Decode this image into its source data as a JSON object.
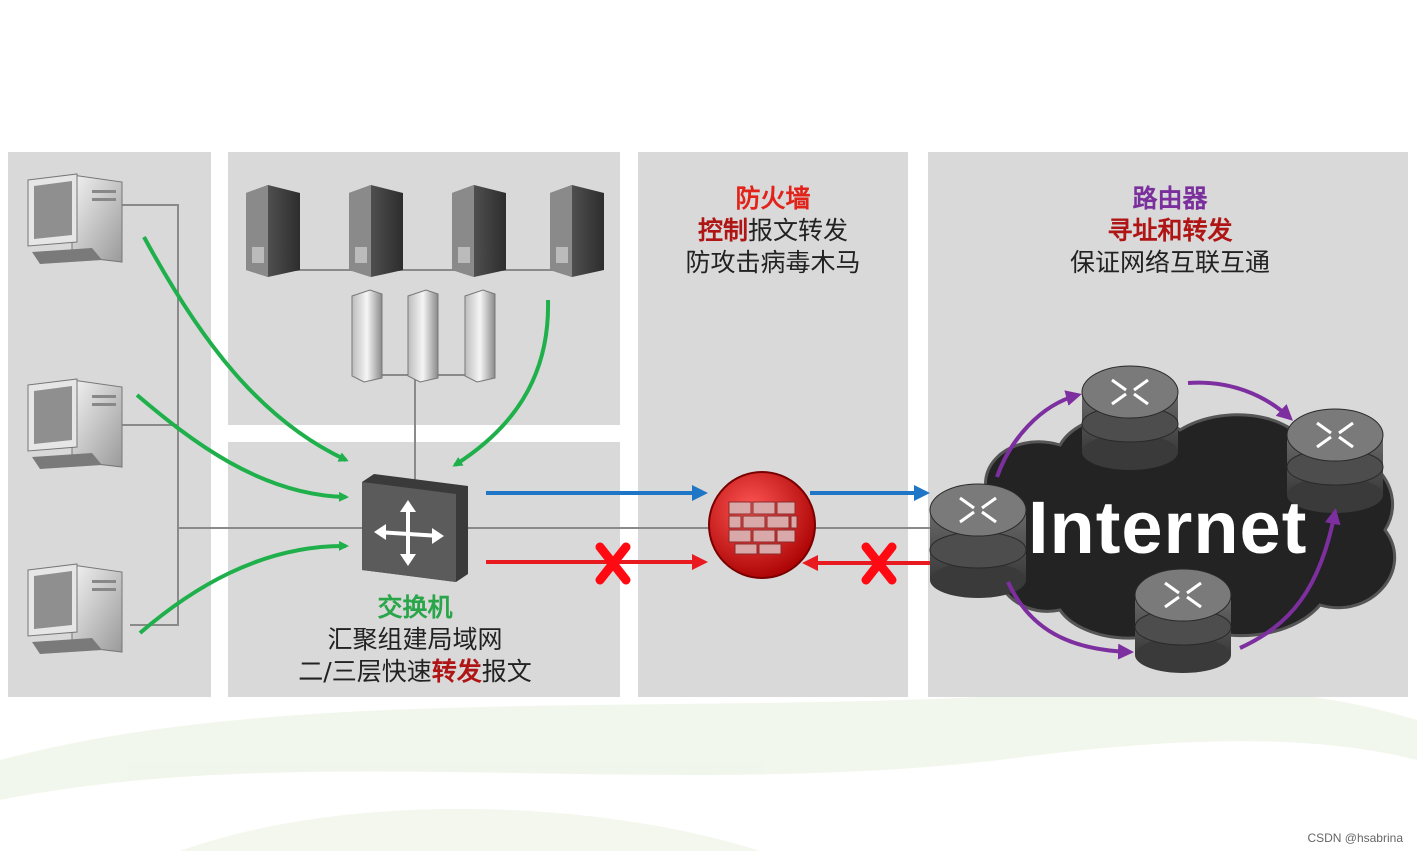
{
  "colors": {
    "panel": "#d9d9d9",
    "green_title": "#2aa64a",
    "red": "#e2231a",
    "dark_red": "#b01515",
    "purple": "#7a2f9c",
    "blue_arrow": "#1f75c6",
    "red_arrow": "#e8191f",
    "green_arrow": "#1fb04b",
    "purple_arrow": "#7d2fa0"
  },
  "icons": {
    "pc": "pc-icon",
    "server": "server-icon",
    "storage": "storage-icon",
    "switch": "switch-icon",
    "firewall": "firewall-icon",
    "router": "router-icon",
    "block": "x-block-icon"
  },
  "switch_label": {
    "title": "交换机",
    "line1": "汇聚组建局域网",
    "line2_pre": "二/三层快速",
    "line2_hl": "转发",
    "line2_post": "报文"
  },
  "firewall_label": {
    "title": "防火墙",
    "line1_hl": "控制",
    "line1_post": "报文转发",
    "line2": "防攻击病毒木马"
  },
  "router_label": {
    "title": "路由器",
    "line1": "寻址和转发",
    "line2": "保证网络互联互通"
  },
  "internet": "Internet",
  "watermark": "CSDN @hsabrina"
}
